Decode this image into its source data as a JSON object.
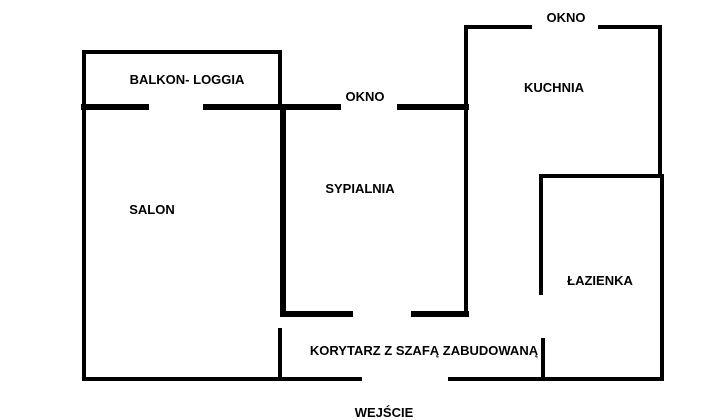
{
  "floorplan": {
    "rooms": {
      "balcony": "BALKON- LOGGIA",
      "living_room": "SALON",
      "bedroom": "SYPIALNIA",
      "kitchen": "KUCHNIA",
      "bathroom": "ŁAZIENKA",
      "corridor": "KORYTARZ Z SZAFĄ ZABUDOWANĄ"
    },
    "labels": {
      "window_bedroom": "OKNO",
      "window_kitchen": "OKNO",
      "entrance": "WEJŚCIE"
    }
  }
}
